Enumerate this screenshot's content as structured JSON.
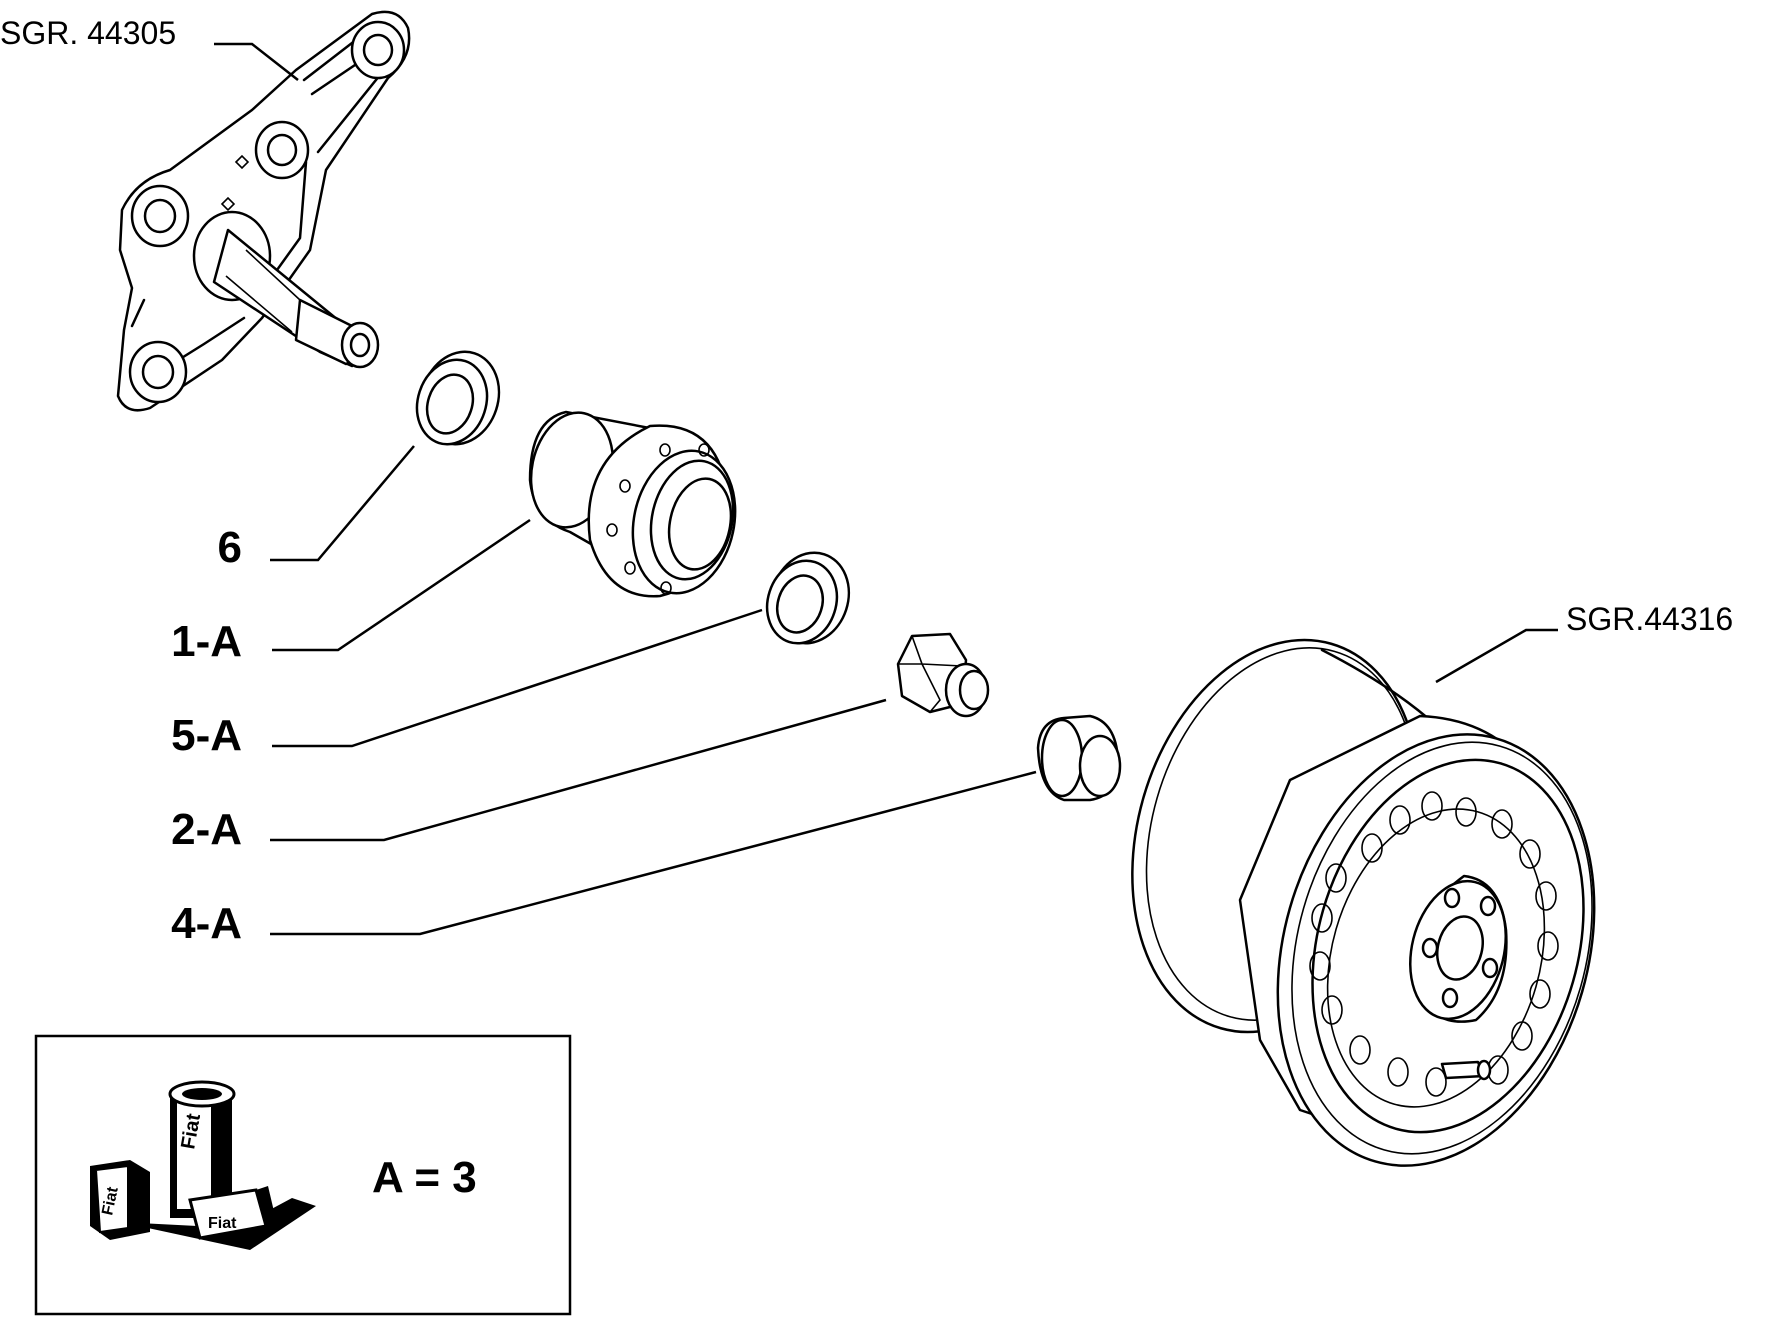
{
  "group_refs": {
    "knuckle": "SGR. 44305",
    "wheel": "SGR.44316"
  },
  "callouts": [
    {
      "id": "bearing-inner",
      "label": "6"
    },
    {
      "id": "hub",
      "label": "1-A"
    },
    {
      "id": "bearing-outer",
      "label": "5-A"
    },
    {
      "id": "hub-nut",
      "label": "2-A"
    },
    {
      "id": "cap",
      "label": "4-A"
    }
  ],
  "legend": {
    "icon": "fiat-parts-kit-icon",
    "can_text": "Fiat",
    "box_text_1": "Fiat",
    "box_text_2": "Fiat",
    "value": "A = 3"
  }
}
